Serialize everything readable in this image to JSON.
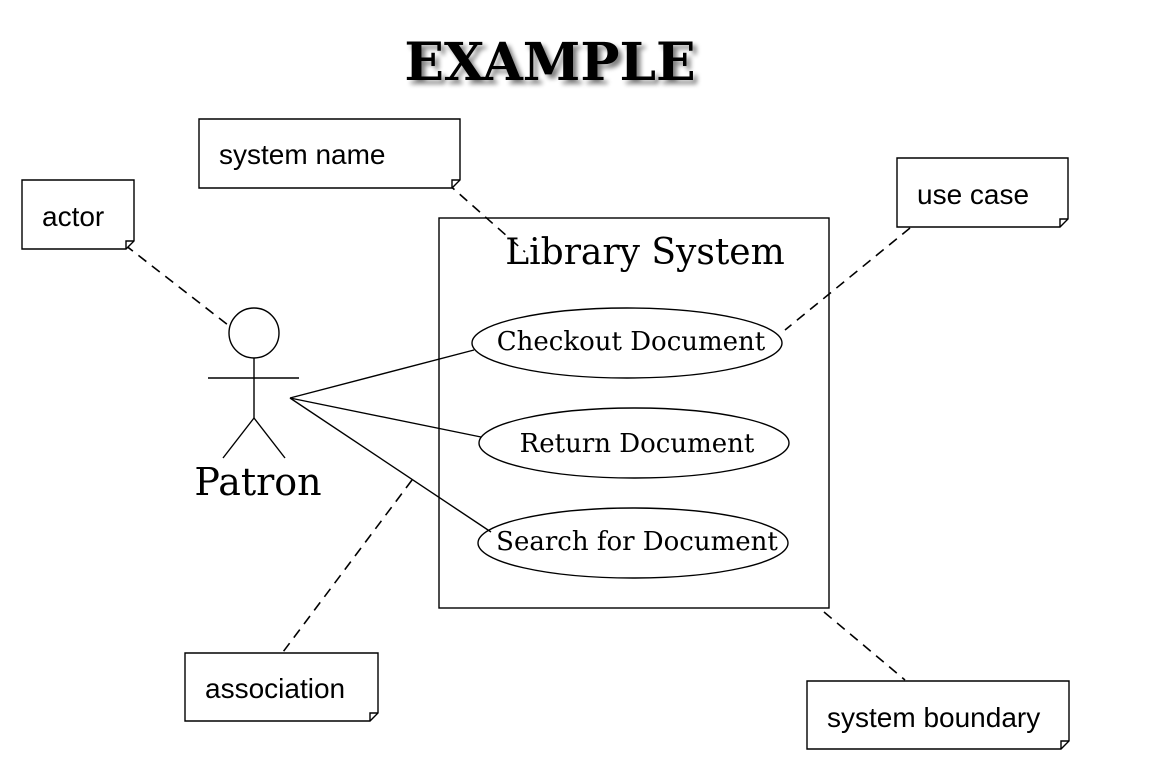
{
  "title": "EXAMPLE",
  "system": {
    "name": "Library System"
  },
  "actor": {
    "name": "Patron"
  },
  "use_cases": [
    {
      "label": "Checkout Document"
    },
    {
      "label": "Return Document"
    },
    {
      "label": "Search for Document"
    }
  ],
  "notes": {
    "system_name": "system name",
    "actor": "actor",
    "use_case": "use case",
    "association": "association",
    "system_boundary": "system boundary"
  }
}
